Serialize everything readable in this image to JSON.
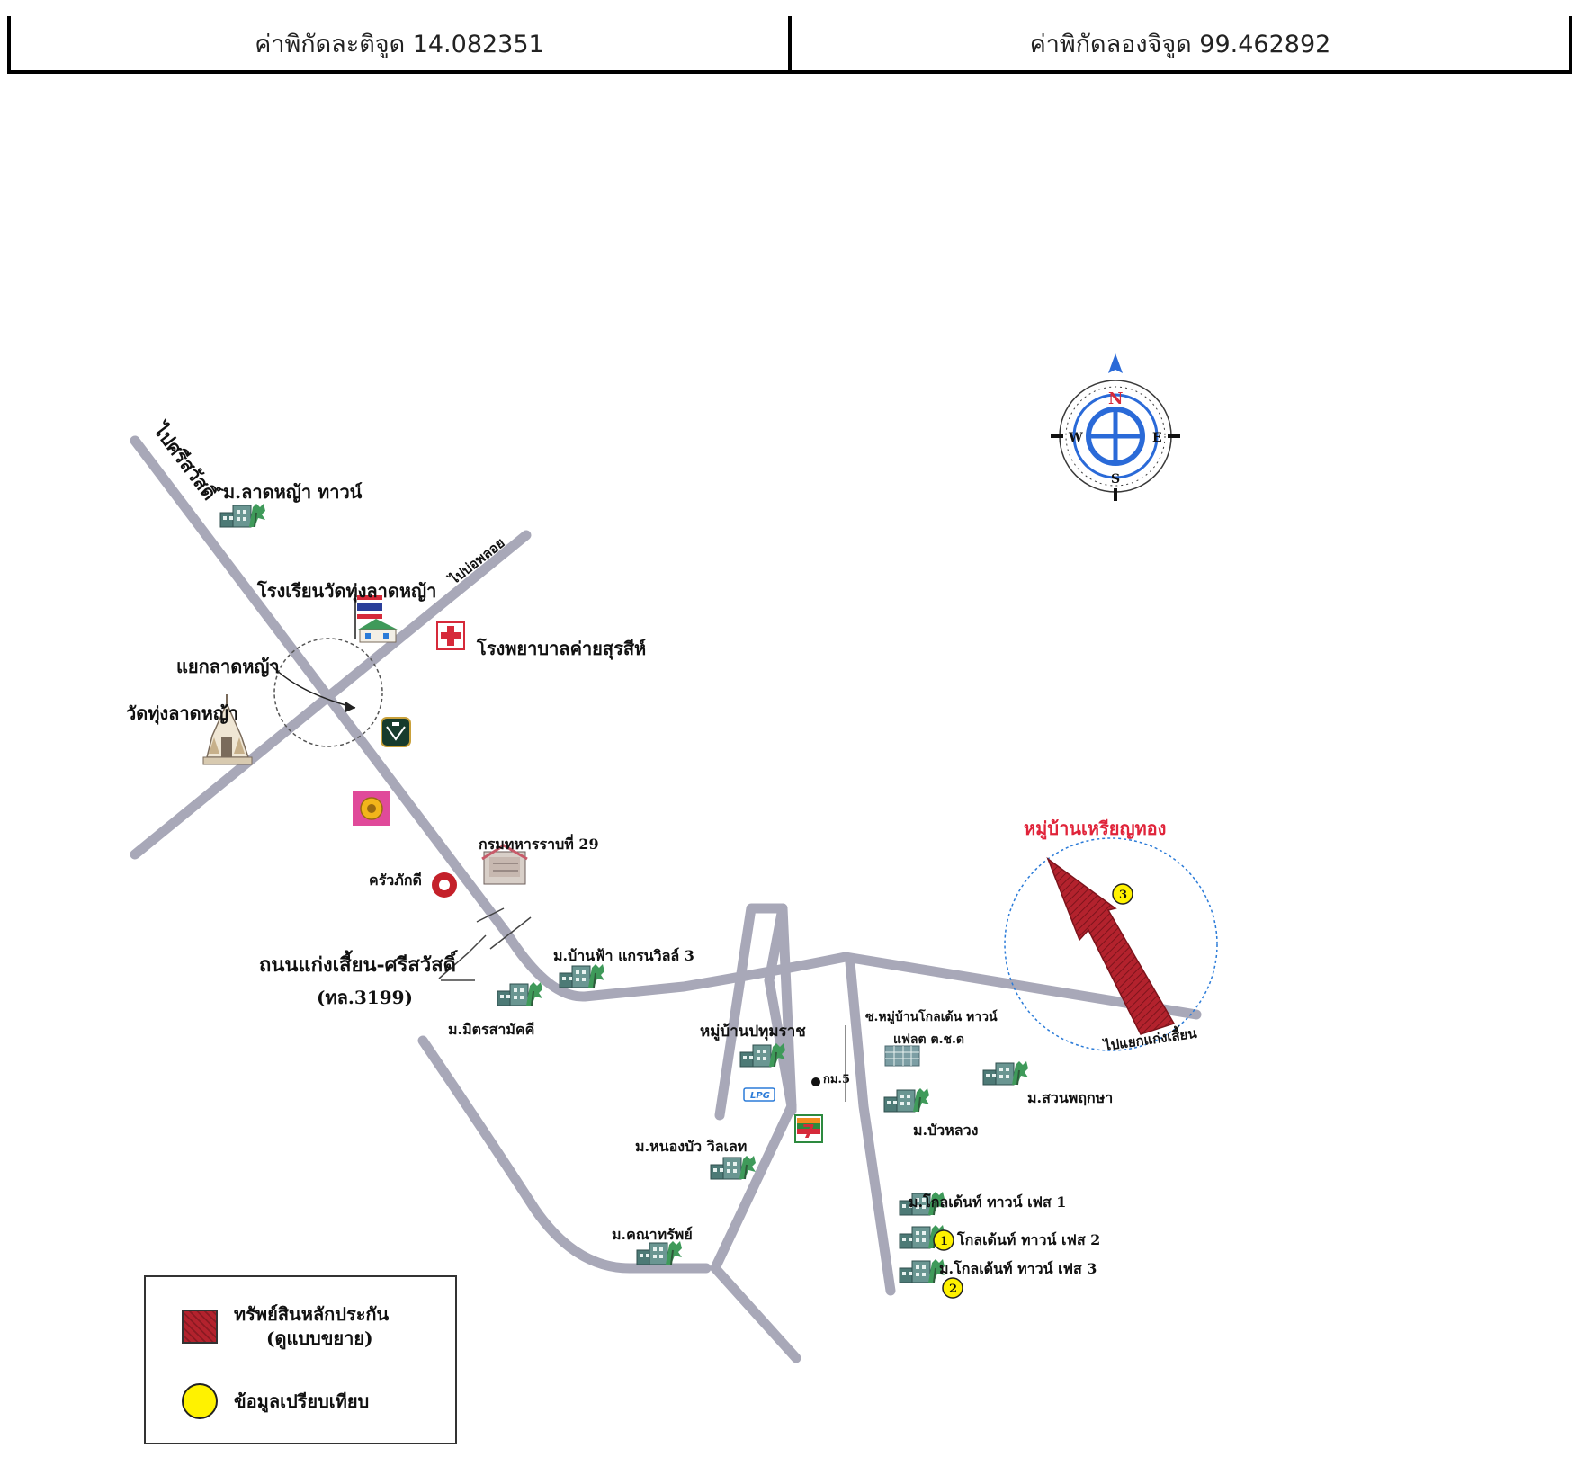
{
  "coordinates": {
    "latitude_label": "ค่าพิกัดละติจูด 14.082351",
    "longitude_label": "ค่าพิกัดลองจิจูด 99.462892"
  },
  "compass": {
    "north": "N",
    "south": "S",
    "east": "E",
    "west": "W"
  },
  "roads": {
    "to_sriswat": "ไปศรีสวัสดิ์",
    "to_bo_ploi": "ไปบ่อพลอย",
    "to_kaeng_sian": "ไปแยกแก่งเสี้ยน",
    "road_name": "ถนนแก่งเสี้ยน-ศรีสวัสดิ์",
    "road_code": "(ทล.3199)",
    "intersection": "แยกลาดหญ้า",
    "km_marker": "กม.5"
  },
  "places": {
    "lat_ya_town": "ม.ลาดหญ้า ทาวน์",
    "school": "โรงเรียนวัดทุ่งลาดหญ้า",
    "hospital": "โรงพยาบาลค่ายสุรสีห์",
    "temple": "วัดทุ่งลาดหญ้า",
    "infantry": "กรมทหารราบที่ 29",
    "restaurant": "ครัวภักดี",
    "ban_fa": "ม.บ้านฟ้า แกรนวิลล์ 3",
    "mit_samakkhi": "ม.มิตรสามัคคี",
    "pathumrat": "หมู่บ้านปทุมราช",
    "golden_soi": "ซ.หมู่บ้านโกลเด้น ทาวน์",
    "flat": "แฟลต ต.ช.ด",
    "suan_phruksa": "ม.สวนพฤกษา",
    "bua_luang": "ม.บัวหลวง",
    "nong_bua": "ม.หนองบัว วิลเลท",
    "khana_sap": "ม.คณาทรัพย์",
    "golden_1": "ม.โกลเด้นท์ ทาวน์ เฟส 1",
    "golden_2": "โกลเด้นท์ ทาวน์ เฟส 2",
    "golden_3": "ม.โกลเด้นท์ ทาวน์ เฟส 3",
    "subject": "หมู่บ้านเหรียญทอง"
  },
  "markers": {
    "m1": "1",
    "m2": "2",
    "m3": "3"
  },
  "legend": {
    "collateral": "ทรัพย์สินหลักประกัน",
    "collateral_note": "(ดูแบบขยาย)",
    "comparison": "ข้อมูลเปรียบเทียบ"
  },
  "colors": {
    "road": "#a8a8b8",
    "subject_label": "#e0243a",
    "subject_arrow": "#b3222d",
    "marker": "#fff200",
    "compass_blue": "#2a6ad8"
  }
}
